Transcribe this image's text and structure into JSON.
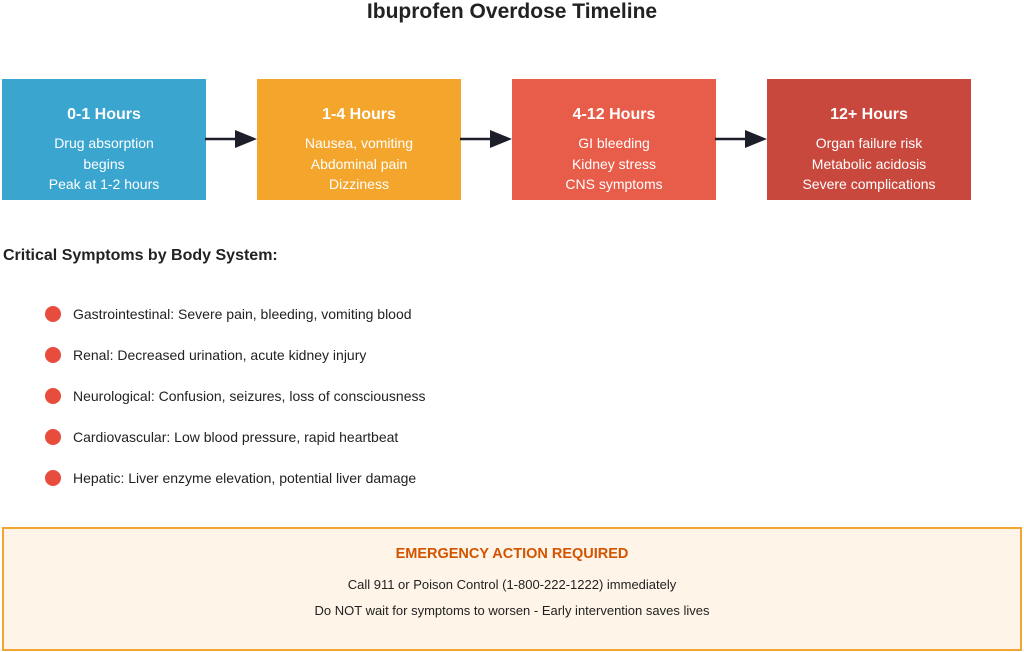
{
  "title": "Ibuprofen Overdose Timeline",
  "colors": {
    "stage_blue": "#3aa5cf",
    "stage_orange": "#f3a52c",
    "stage_red": "#e85c4a",
    "stage_darkred": "#c9483d",
    "bullet": "#e74c3c",
    "arrow": "#1c1f2a",
    "emergency_border": "#f2a531",
    "emergency_bg": "#fef4e7",
    "emergency_title": "#d35400"
  },
  "stages": [
    {
      "title": "0-1 Hours",
      "lines": [
        "Drug absorption",
        "begins",
        "Peak at 1-2 hours"
      ],
      "color": "#3aa5cf"
    },
    {
      "title": "1-4 Hours",
      "lines": [
        "Nausea, vomiting",
        "Abdominal pain",
        "Dizziness"
      ],
      "color": "#f3a52c"
    },
    {
      "title": "4-12 Hours",
      "lines": [
        "GI bleeding",
        "Kidney stress",
        "CNS symptoms"
      ],
      "color": "#e85c4a"
    },
    {
      "title": "12+ Hours",
      "lines": [
        "Organ failure risk",
        "Metabolic acidosis",
        "Severe complications"
      ],
      "color": "#c9483d"
    }
  ],
  "symptoms": {
    "heading": "Critical Symptoms by Body System:",
    "items": [
      "Gastrointestinal: Severe pain, bleeding, vomiting blood",
      "Renal: Decreased urination, acute kidney injury",
      "Neurological: Confusion, seizures, loss of consciousness",
      "Cardiovascular: Low blood pressure, rapid heartbeat",
      "Hepatic: Liver enzyme elevation, potential liver damage"
    ]
  },
  "emergency": {
    "title": "EMERGENCY ACTION REQUIRED",
    "line1": "Call 911 or Poison Control (1-800-222-1222) immediately",
    "line2": "Do NOT wait for symptoms to worsen - Early intervention saves lives"
  }
}
